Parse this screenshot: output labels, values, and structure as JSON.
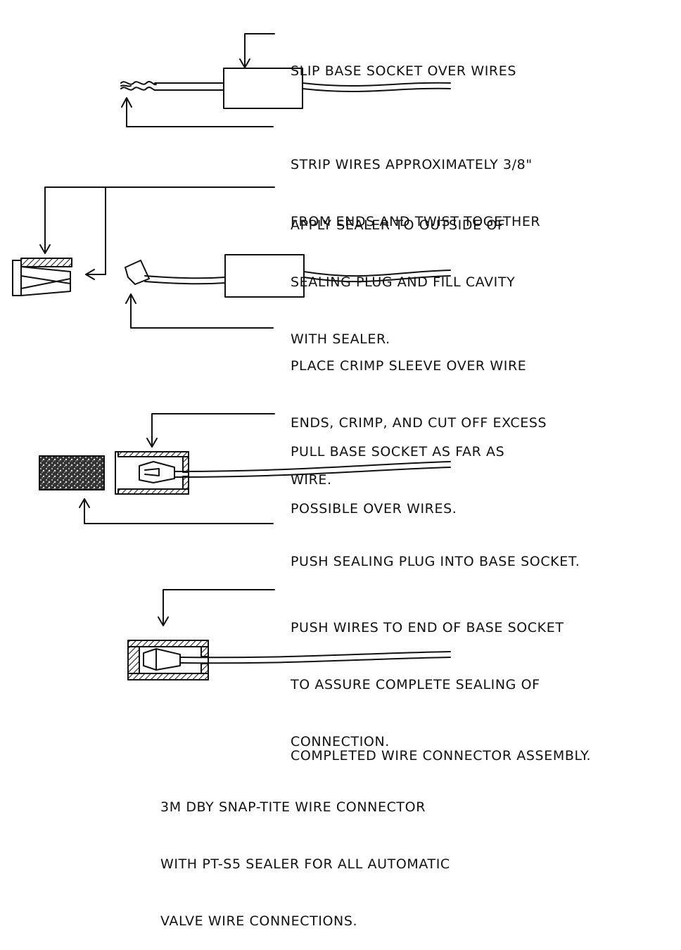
{
  "steps": [
    {
      "lines": [
        "SLIP BASE SOCKET OVER WIRES"
      ]
    },
    {
      "lines": [
        "STRIP WIRES APPROXIMATELY 3/8\"",
        "FROM ENDS AND TWIST TOGETHER"
      ]
    },
    {
      "lines": [
        "APPLY SEALER TO OUTSIDE OF",
        "SEALING PLUG AND FILL CAVITY",
        "WITH SEALER."
      ]
    },
    {
      "lines": [
        "PLACE CRIMP SLEEVE OVER WIRE",
        "ENDS, CRIMP, AND CUT OFF EXCESS",
        "WIRE."
      ]
    },
    {
      "lines": [
        "PULL BASE SOCKET AS FAR AS",
        "POSSIBLE OVER WIRES."
      ]
    },
    {
      "lines": [
        "PUSH SEALING PLUG INTO BASE SOCKET."
      ]
    },
    {
      "lines": [
        "PUSH WIRES TO END OF BASE SOCKET",
        "TO ASSURE COMPLETE SEALING OF",
        "CONNECTION."
      ]
    },
    {
      "lines": [
        "COMPLETED WIRE CONNECTOR ASSEMBLY."
      ]
    }
  ],
  "footer": {
    "lines": [
      "3M DBY SNAP-TITE WIRE CONNECTOR",
      "WITH PT-S5 SEALER FOR ALL AUTOMATIC",
      "VALVE WIRE CONNECTIONS."
    ]
  }
}
